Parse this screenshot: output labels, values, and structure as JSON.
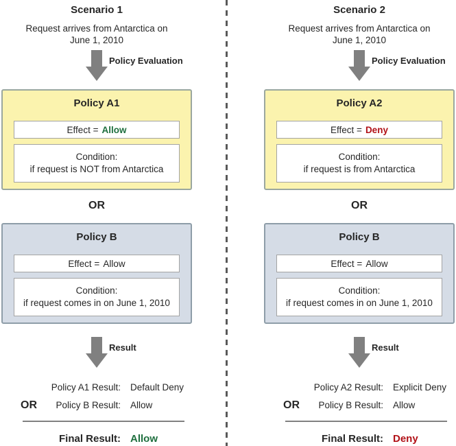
{
  "colors": {
    "allow_green": "#1E6F3E",
    "deny_red": "#B11117",
    "plain_text": "#262626",
    "policy_a_bg": "#FBF3AE",
    "policy_a_border": "#9AA79F",
    "policy_b_bg": "#D5DCE6",
    "policy_b_border": "#8E9DA8",
    "arrow_gray": "#808080",
    "divider_gray": "#595959"
  },
  "scenarios": [
    {
      "title": "Scenario 1",
      "request": "Request arrives from Antarctica on\nJune 1, 2010",
      "eval_arrow_label": "Policy Evaluation",
      "policy_a": {
        "title": "Policy A1",
        "effect_prefix": "Effect =",
        "effect_value": "Allow",
        "effect_value_color": "#1E6F3E",
        "condition_label": "Condition:",
        "condition_text": "if request is NOT from Antarctica"
      },
      "or_label": "OR",
      "policy_b": {
        "title": "Policy B",
        "effect_prefix": "Effect =",
        "effect_value": "Allow",
        "effect_value_color": "#262626",
        "condition_label": "Condition:",
        "condition_text": "if request comes in on June 1, 2010"
      },
      "result_arrow_label": "Result",
      "results": {
        "row1_label": "Policy A1 Result:",
        "row1_value": "Default Deny",
        "row2_or": "OR",
        "row2_label": "Policy B Result:",
        "row2_value": "Allow",
        "final_label": "Final Result:",
        "final_value": "Allow",
        "final_value_color": "#1E6F3E"
      }
    },
    {
      "title": "Scenario 2",
      "request": "Request arrives from Antarctica on\nJune 1, 2010",
      "eval_arrow_label": "Policy Evaluation",
      "policy_a": {
        "title": "Policy A2",
        "effect_prefix": "Effect =",
        "effect_value": "Deny",
        "effect_value_color": "#B11117",
        "condition_label": "Condition:",
        "condition_text": "if request is from Antarctica"
      },
      "or_label": "OR",
      "policy_b": {
        "title": "Policy B",
        "effect_prefix": "Effect =",
        "effect_value": "Allow",
        "effect_value_color": "#262626",
        "condition_label": "Condition:",
        "condition_text": "if request comes in on June 1, 2010"
      },
      "result_arrow_label": "Result",
      "results": {
        "row1_label": "Policy A2 Result:",
        "row1_value": "Explicit Deny",
        "row2_or": "OR",
        "row2_label": "Policy B Result:",
        "row2_value": "Allow",
        "final_label": "Final Result:",
        "final_value": "Deny",
        "final_value_color": "#B11117"
      }
    }
  ]
}
